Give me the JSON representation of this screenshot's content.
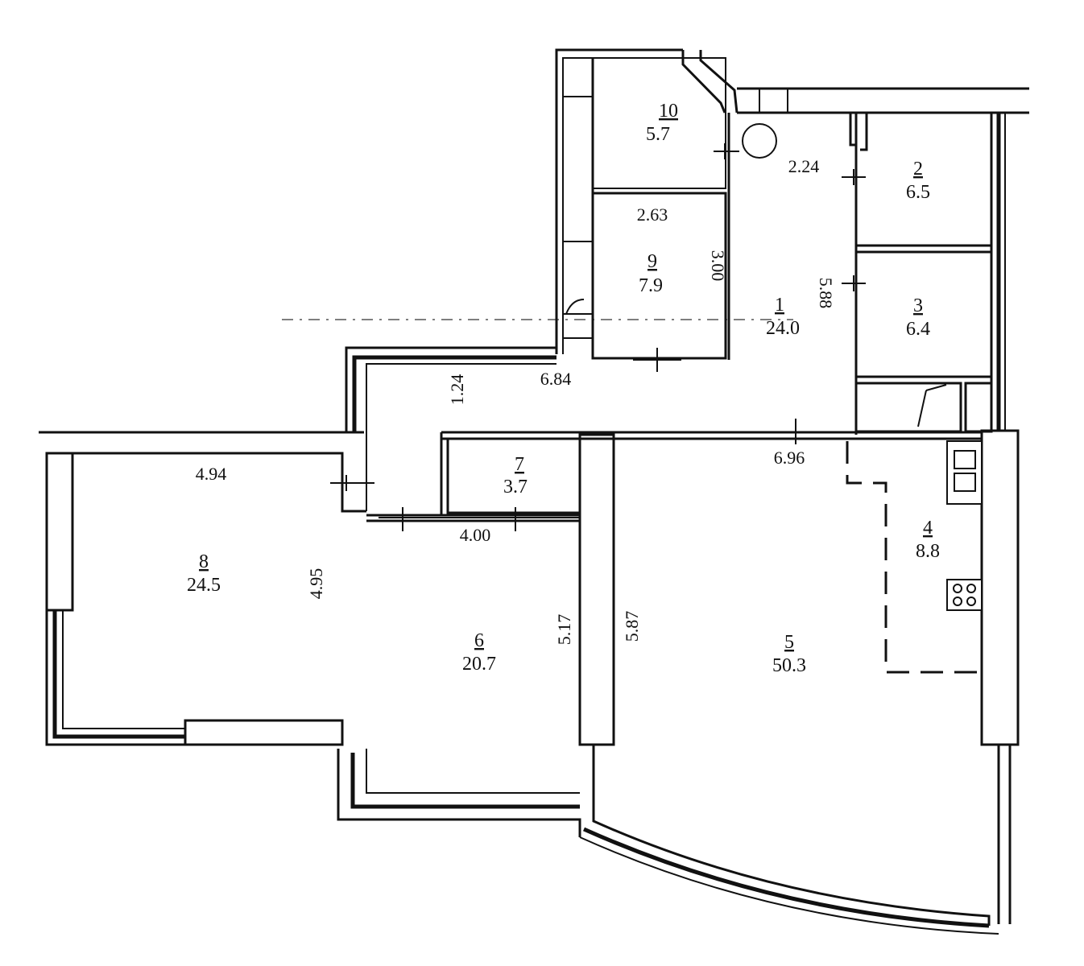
{
  "rooms": [
    {
      "number": "1",
      "area": "24.0"
    },
    {
      "number": "2",
      "area": "6.5"
    },
    {
      "number": "3",
      "area": "6.4"
    },
    {
      "number": "4",
      "area": "8.8"
    },
    {
      "number": "5",
      "area": "50.3"
    },
    {
      "number": "6",
      "area": "20.7"
    },
    {
      "number": "7",
      "area": "3.7"
    },
    {
      "number": "8",
      "area": "24.5"
    },
    {
      "number": "9",
      "area": "7.9"
    },
    {
      "number": "10",
      "area": "5.7"
    }
  ],
  "dimensions": {
    "d_2_24": "2.24",
    "d_2_63": "2.63",
    "d_3_00": "3.00",
    "d_5_88": "5.88",
    "d_6_84": "6.84",
    "d_1_24": "1.24",
    "d_6_96": "6.96",
    "d_4_94": "4.94",
    "d_4_95": "4.95",
    "d_4_00": "4.00",
    "d_5_17": "5.17",
    "d_5_87": "5.87"
  }
}
